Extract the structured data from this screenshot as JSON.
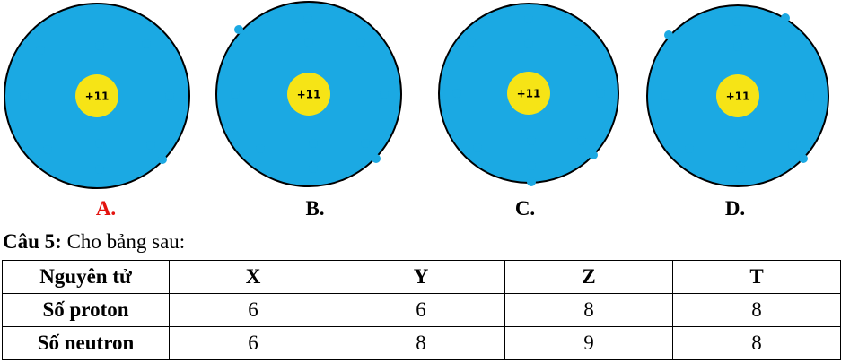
{
  "atoms": [
    {
      "label": "A.",
      "label_color": "#e3130f",
      "nucleus": "+11"
    },
    {
      "label": "B.",
      "label_color": "#000000",
      "nucleus": "+11"
    },
    {
      "label": "C.",
      "label_color": "#000000",
      "nucleus": "+11"
    },
    {
      "label": "D.",
      "label_color": "#000000",
      "nucleus": "+11"
    }
  ],
  "colors": {
    "nucleus": "#f6e416",
    "electron": "#1ba9e3",
    "orbit": "#000000"
  },
  "question": {
    "number": "Câu 5:",
    "text": " Cho bảng sau:"
  },
  "table": {
    "header": [
      "Nguyên tử",
      "X",
      "Y",
      "Z",
      "T"
    ],
    "rows": [
      [
        "Số proton",
        "6",
        "6",
        "8",
        "8"
      ],
      [
        "Số neutron",
        "6",
        "8",
        "9",
        "8"
      ]
    ]
  }
}
